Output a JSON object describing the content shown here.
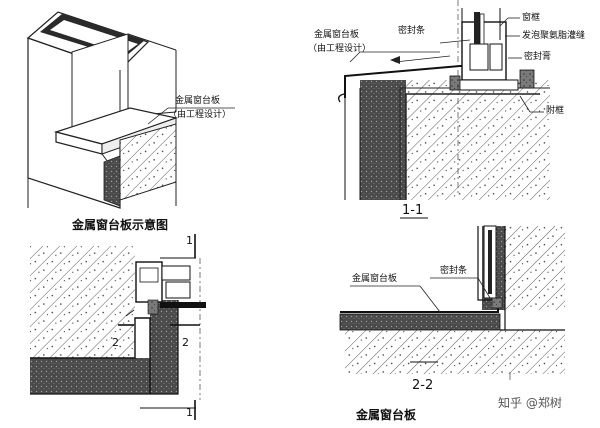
{
  "iso": {
    "label_plate": "金属窗台板",
    "label_design": "（由工程设计）",
    "caption": "金属窗台板示意图"
  },
  "sec11": {
    "label_plate": "金属窗台板",
    "label_design": "（由工程设计）",
    "label_seal_strip": "密封条",
    "label_frame": "窗框",
    "label_foam": "发泡聚氨脂灌缝",
    "label_sealant": "密封膏",
    "label_sub_frame": "附框",
    "section_mark": "1-1"
  },
  "plan": {
    "cut_top": "1",
    "cut_bottom": "1",
    "cut_left": "2",
    "cut_right": "2"
  },
  "sec22": {
    "label_plate": "金属窗台板",
    "label_seal_strip": "密封条",
    "section_mark": "2-2",
    "caption": "金属窗台板"
  },
  "watermark": "知乎 @郑树"
}
